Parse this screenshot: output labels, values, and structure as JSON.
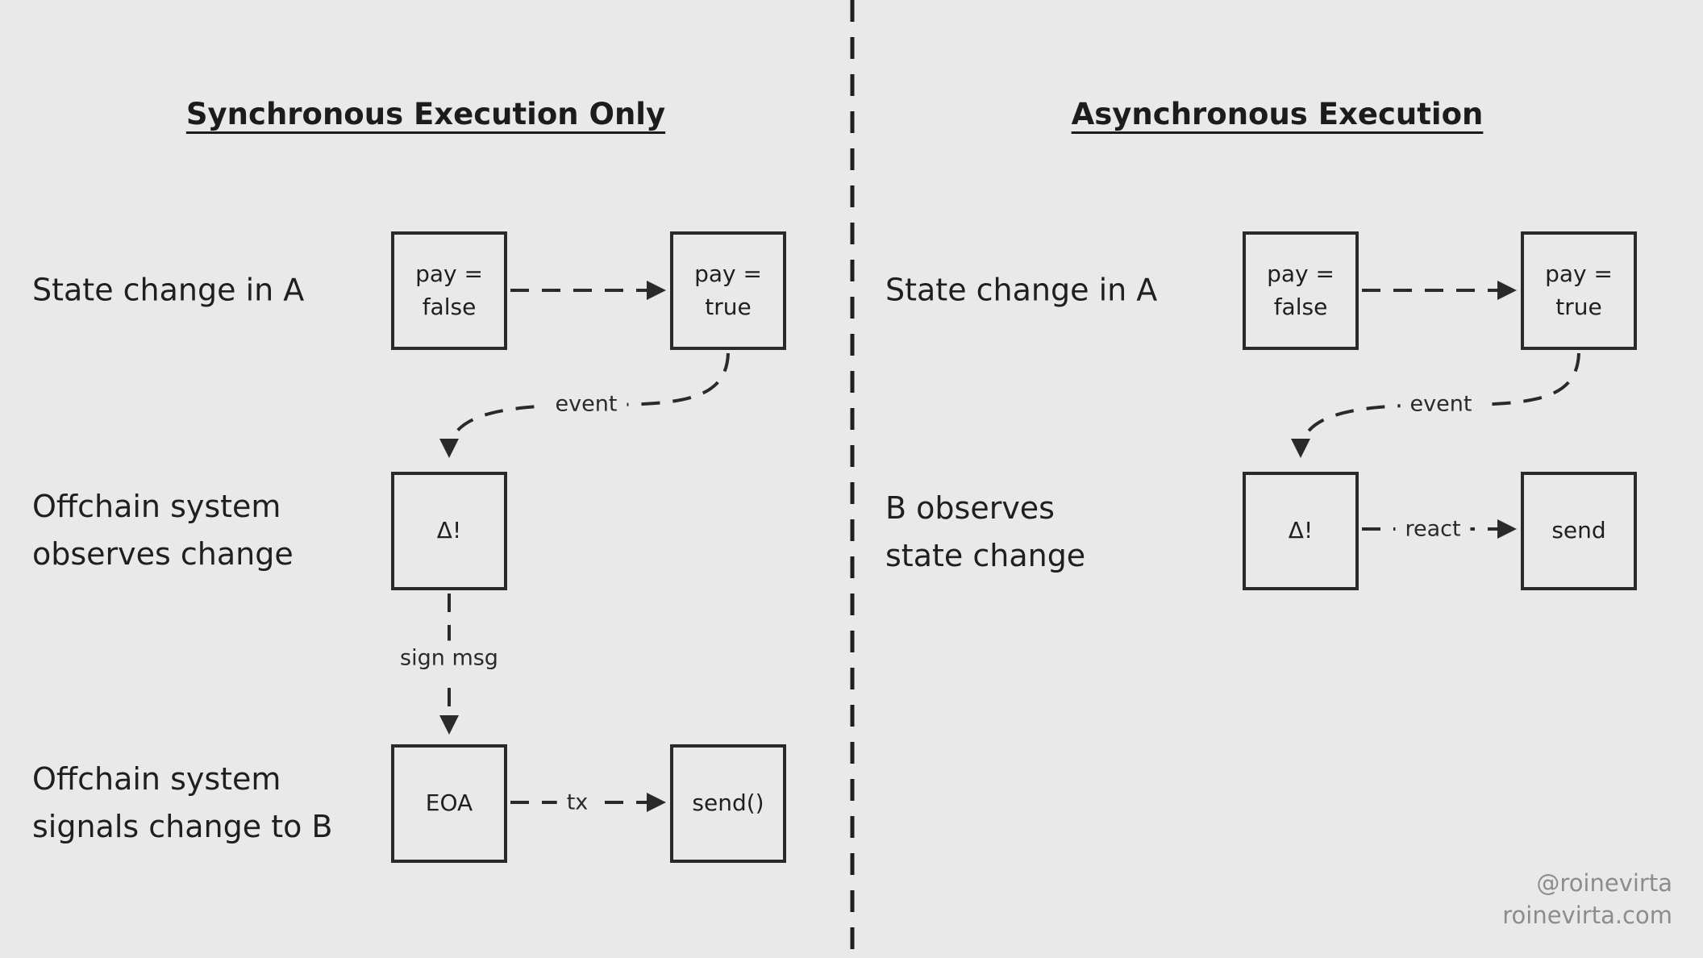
{
  "meta": {
    "background": "#e9e9e9",
    "line_color": "#2a2a2a",
    "muted_color": "#8c8c8c"
  },
  "left": {
    "title": "Synchronous Execution Only",
    "labels": {
      "row1": "State change in A",
      "row2": "Offchain system\nobserves change",
      "row3": "Offchain system\nsignals change to B"
    },
    "boxes": {
      "pay_false": "pay =\nfalse",
      "pay_true": "pay =\ntrue",
      "delta": "Δ!",
      "eoa": "EOA",
      "send": "send()"
    },
    "edges": {
      "event": "event",
      "sign_msg": "sign msg",
      "tx": "tx"
    }
  },
  "right": {
    "title": "Asynchronous Execution",
    "labels": {
      "row1": "State change in A",
      "row2": "B observes\nstate change"
    },
    "boxes": {
      "pay_false": "pay =\nfalse",
      "pay_true": "pay =\ntrue",
      "delta": "Δ!",
      "send": "send"
    },
    "edges": {
      "event": "event",
      "react": "react"
    }
  },
  "watermark": {
    "line1": "@roinevirta",
    "line2": "roinevirta.com"
  }
}
